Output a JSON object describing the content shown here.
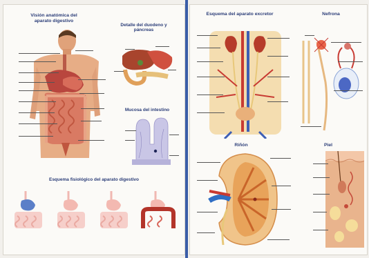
{
  "left_page": {
    "panels": {
      "digestive_overview": {
        "title": "Visión anatómica del aparato digestivo"
      },
      "duodenum_detail": {
        "title": "Detalle del duodeno y páncreas"
      },
      "intestine_mucosa": {
        "title": "Mucosa del intestino"
      },
      "physiology": {
        "title": "Esquema fisiológico del aparato digestivo"
      }
    }
  },
  "right_page": {
    "panels": {
      "excretory": {
        "title": "Esquema del aparato excretor"
      },
      "nephron": {
        "title": "Nefrona"
      },
      "kidney": {
        "title": "Riñón"
      },
      "skin": {
        "title": "Piel"
      }
    }
  },
  "colors": {
    "title_blue": "#2b3d78",
    "gutter_blue": "#3a5da8",
    "organ_red": "#c9433a",
    "kidney_orange": "#e8a35a",
    "skin_tone": "#e9b48d",
    "mucosa_lilac": "#c9c6e6"
  }
}
